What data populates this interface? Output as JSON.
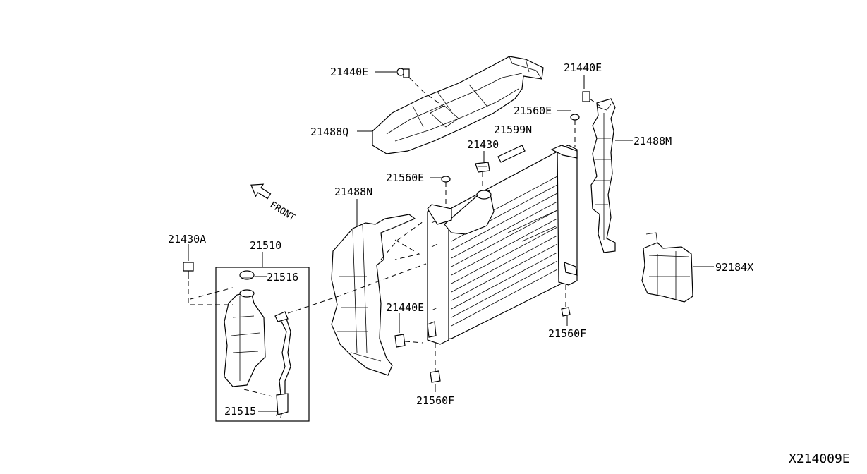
{
  "diagram": {
    "reference_code": "X214009E",
    "front_indicator": "FRONT",
    "part_labels": {
      "p21440E_top": "21440E",
      "p21488Q": "21488Q",
      "p21440E_right": "21440E",
      "p21560E_right": "21560E",
      "p21599N": "21599N",
      "p21488M": "21488M",
      "p21430": "21430",
      "p21560E_mid": "21560E",
      "p21488N": "21488N",
      "p21430A": "21430A",
      "p21510": "21510",
      "p21516": "21516",
      "p21515": "21515",
      "p21440E_low": "21440E",
      "p21560F_right": "21560F",
      "p21560F_low": "21560F",
      "p92184X": "92184X"
    }
  }
}
